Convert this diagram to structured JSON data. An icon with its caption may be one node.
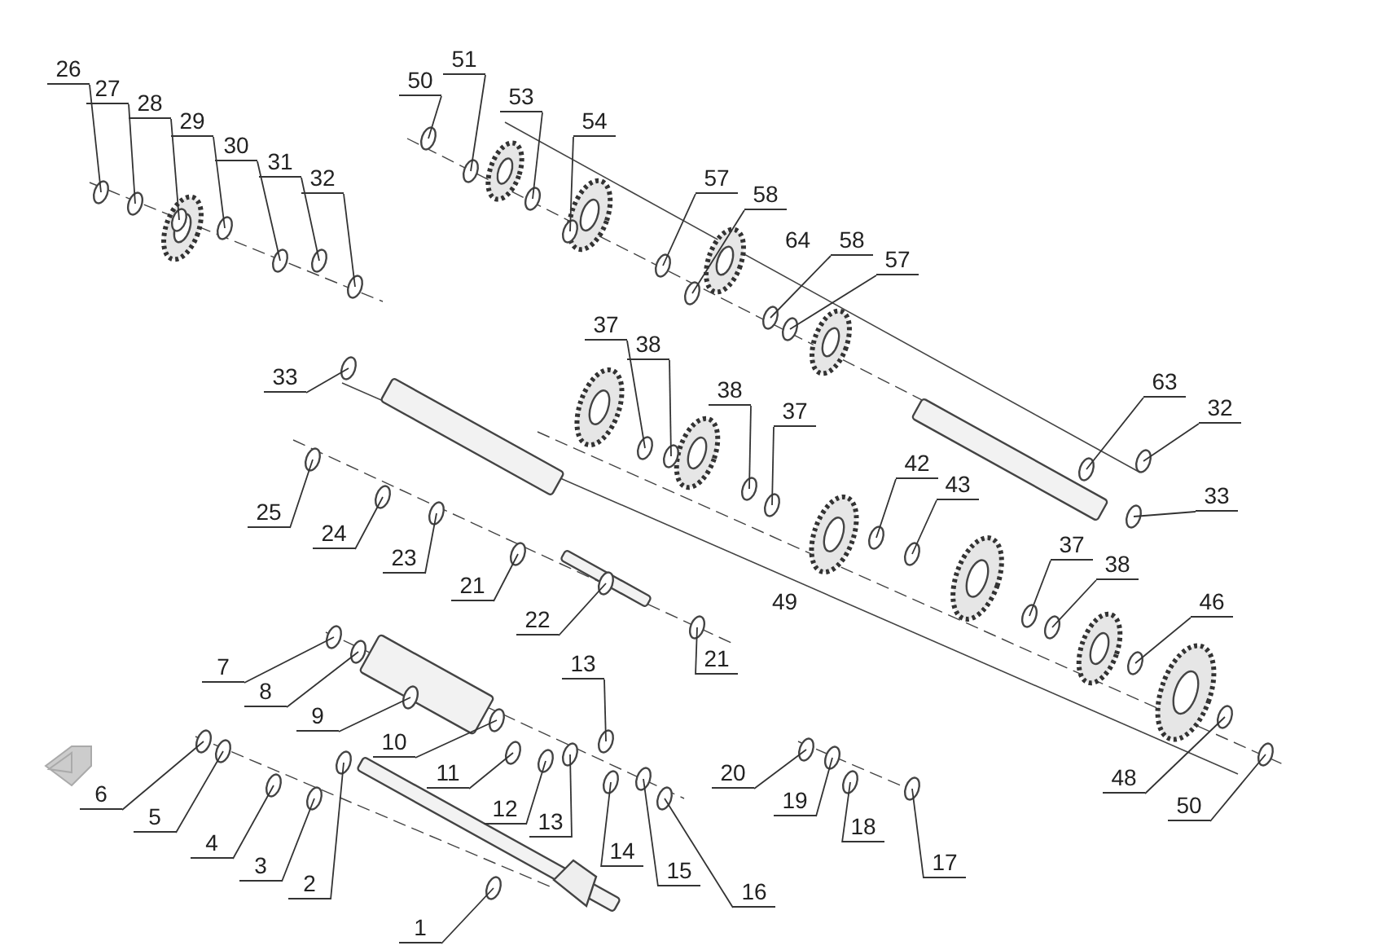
{
  "diagram": {
    "nodes": [
      {
        "text": [
          "26"
        ]
      },
      {
        "text": [
          "27"
        ]
      },
      {
        "text": [
          "28"
        ]
      },
      {
        "text": [
          "29"
        ]
      },
      {
        "text": [
          "30"
        ]
      },
      {
        "text": [
          "31"
        ]
      },
      {
        "text": [
          "32"
        ]
      },
      {
        "text": [
          "33"
        ]
      },
      {
        "text": [
          "50"
        ]
      },
      {
        "text": [
          "51"
        ]
      },
      {
        "text": [
          "53"
        ]
      },
      {
        "text": [
          "54"
        ]
      },
      {
        "text": [
          "57"
        ]
      },
      {
        "text": [
          "58"
        ]
      },
      {
        "text": [
          "58"
        ]
      },
      {
        "text": [
          "57"
        ]
      },
      {
        "text": [
          "37"
        ]
      },
      {
        "text": [
          "38"
        ]
      },
      {
        "text": [
          "38"
        ]
      },
      {
        "text": [
          "37"
        ]
      },
      {
        "text": [
          "42"
        ]
      },
      {
        "text": [
          "43"
        ]
      },
      {
        "text": [
          "63"
        ]
      },
      {
        "text": [
          "32"
        ]
      },
      {
        "text": [
          "33"
        ]
      },
      {
        "text": [
          "25"
        ]
      },
      {
        "text": [
          "24"
        ]
      },
      {
        "text": [
          "23"
        ]
      },
      {
        "text": [
          "21"
        ]
      },
      {
        "text": [
          "22"
        ]
      },
      {
        "text": [
          "21"
        ]
      },
      {
        "text": [
          "37"
        ]
      },
      {
        "text": [
          "38"
        ]
      },
      {
        "text": [
          "46"
        ]
      },
      {
        "text": [
          "48"
        ]
      },
      {
        "text": [
          "50"
        ]
      },
      {
        "text": [
          "7"
        ]
      },
      {
        "text": [
          "8"
        ]
      },
      {
        "text": [
          "9"
        ]
      },
      {
        "text": [
          "10"
        ]
      },
      {
        "text": [
          "11"
        ]
      },
      {
        "text": [
          "12"
        ]
      },
      {
        "text": [
          "13"
        ]
      },
      {
        "text": [
          "13"
        ]
      },
      {
        "text": [
          "14"
        ]
      },
      {
        "text": [
          "15"
        ]
      },
      {
        "text": [
          "16"
        ]
      },
      {
        "text": [
          "20"
        ]
      },
      {
        "text": [
          "19"
        ]
      },
      {
        "text": [
          "18"
        ]
      },
      {
        "text": [
          "17"
        ]
      },
      {
        "text": [
          "6"
        ]
      },
      {
        "text": [
          "5"
        ]
      },
      {
        "text": [
          "4"
        ]
      },
      {
        "text": [
          "3"
        ]
      },
      {
        "text": [
          "2"
        ]
      },
      {
        "text": [
          "1"
        ]
      }
    ],
    "edges": [
      {
        "from": 0,
        "to": null,
        "arrow": "none"
      },
      {
        "from": 1,
        "to": null,
        "arrow": "none"
      },
      {
        "from": 2,
        "to": null,
        "arrow": "none"
      },
      {
        "from": 3,
        "to": null,
        "arrow": "none"
      },
      {
        "from": 4,
        "to": null,
        "arrow": "none"
      },
      {
        "from": 5,
        "to": null,
        "arrow": "none"
      },
      {
        "from": 6,
        "to": null,
        "arrow": "none"
      },
      {
        "from": 7,
        "to": null,
        "arrow": "none"
      },
      {
        "from": 8,
        "to": null,
        "arrow": "none"
      },
      {
        "from": 9,
        "to": null,
        "arrow": "none"
      },
      {
        "from": 10,
        "to": null,
        "arrow": "none"
      },
      {
        "from": 11,
        "to": null,
        "arrow": "none"
      },
      {
        "from": 12,
        "to": null,
        "arrow": "none"
      },
      {
        "from": 13,
        "to": null,
        "arrow": "none"
      },
      {
        "from": 14,
        "to": null,
        "arrow": "none"
      },
      {
        "from": 15,
        "to": null,
        "arrow": "none"
      },
      {
        "from": 16,
        "to": null,
        "arrow": "none"
      },
      {
        "from": 17,
        "to": null,
        "arrow": "none"
      },
      {
        "from": 18,
        "to": null,
        "arrow": "none"
      },
      {
        "from": 19,
        "to": null,
        "arrow": "none"
      },
      {
        "from": 20,
        "to": null,
        "arrow": "none"
      },
      {
        "from": 21,
        "to": null,
        "arrow": "none"
      },
      {
        "from": 22,
        "to": null,
        "arrow": "none"
      },
      {
        "from": 23,
        "to": null,
        "arrow": "none"
      },
      {
        "from": 24,
        "to": null,
        "arrow": "none"
      },
      {
        "from": 25,
        "to": null,
        "arrow": "none"
      },
      {
        "from": 26,
        "to": null,
        "arrow": "none"
      },
      {
        "from": 27,
        "to": null,
        "arrow": "none"
      },
      {
        "from": 28,
        "to": null,
        "arrow": "none"
      },
      {
        "from": 29,
        "to": null,
        "arrow": "none"
      },
      {
        "from": 30,
        "to": null,
        "arrow": "none"
      },
      {
        "from": 31,
        "to": null,
        "arrow": "none"
      },
      {
        "from": 32,
        "to": null,
        "arrow": "none"
      },
      {
        "from": 33,
        "to": null,
        "arrow": "none"
      },
      {
        "from": 34,
        "to": null,
        "arrow": "none"
      },
      {
        "from": 35,
        "to": null,
        "arrow": "none"
      },
      {
        "from": 36,
        "to": null,
        "arrow": "none"
      },
      {
        "from": 37,
        "to": null,
        "arrow": "none"
      },
      {
        "from": 38,
        "to": null,
        "arrow": "none"
      },
      {
        "from": 39,
        "to": null,
        "arrow": "none"
      },
      {
        "from": 40,
        "to": null,
        "arrow": "none"
      },
      {
        "from": 41,
        "to": null,
        "arrow": "none"
      },
      {
        "from": 42,
        "to": null,
        "arrow": "none"
      },
      {
        "from": 43,
        "to": null,
        "arrow": "none"
      },
      {
        "from": 44,
        "to": null,
        "arrow": "none"
      },
      {
        "from": 45,
        "to": null,
        "arrow": "none"
      },
      {
        "from": 46,
        "to": null,
        "arrow": "none"
      },
      {
        "from": 47,
        "to": null,
        "arrow": "none"
      },
      {
        "from": 48,
        "to": null,
        "arrow": "none"
      },
      {
        "from": 49,
        "to": null,
        "arrow": "none"
      },
      {
        "from": 50,
        "to": null,
        "arrow": "none"
      },
      {
        "from": 51,
        "to": null,
        "arrow": "none"
      },
      {
        "from": 52,
        "to": null,
        "arrow": "none"
      },
      {
        "from": 53,
        "to": null,
        "arrow": "none"
      },
      {
        "from": 54,
        "to": null,
        "arrow": "none"
      },
      {
        "from": 55,
        "to": null,
        "arrow": "none"
      },
      {
        "from": 56,
        "to": null,
        "arrow": "none"
      }
    ],
    "labels": [
      "64",
      "49"
    ]
  }
}
